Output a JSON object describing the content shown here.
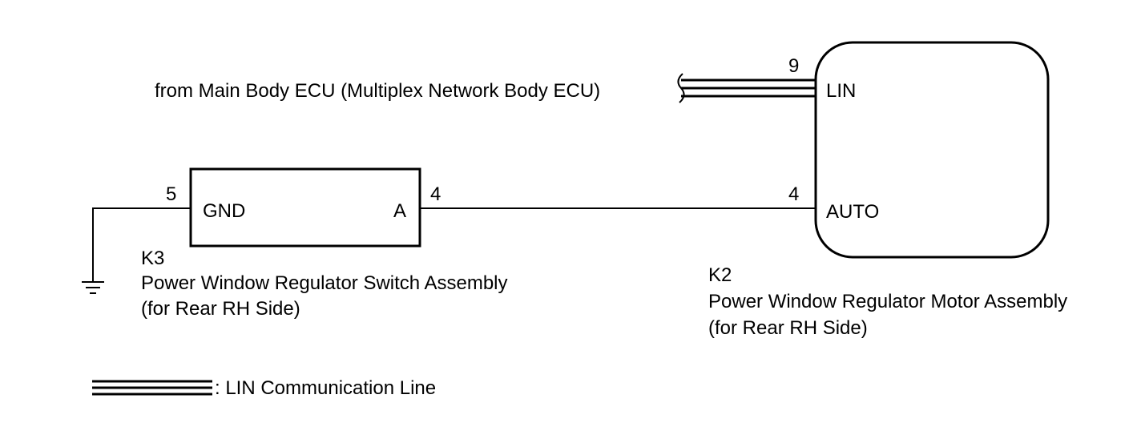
{
  "lin_source": {
    "label": "from Main Body ECU (Multiplex Network Body ECU)"
  },
  "switch_assembly": {
    "code": "K3",
    "name": "Power Window Regulator Switch Assembly",
    "side": "(for Rear RH Side)",
    "pins": {
      "gnd": {
        "number": "5",
        "label": "GND"
      },
      "a": {
        "number": "4",
        "label": "A"
      }
    }
  },
  "motor_assembly": {
    "code": "K2",
    "name": "Power Window Regulator Motor Assembly",
    "side": "(for Rear RH Side)",
    "pins": {
      "lin": {
        "number": "9",
        "label": "LIN"
      },
      "auto": {
        "number": "4",
        "label": "AUTO"
      }
    }
  },
  "legend": {
    "lin_line": ": LIN Communication Line"
  }
}
